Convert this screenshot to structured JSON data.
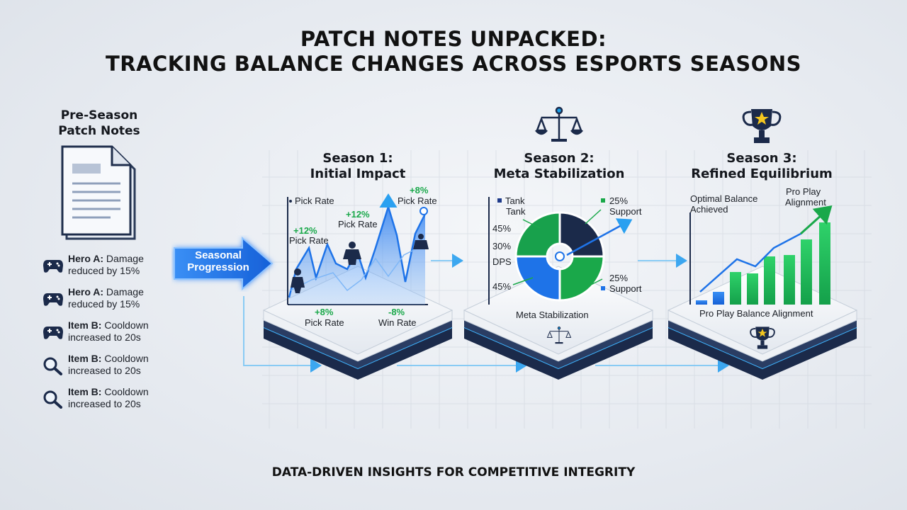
{
  "title": {
    "line1": "PATCH NOTES UNPACKED:",
    "line2": "TRACKING BALANCE CHANGES ACROSS ESPORTS SEASONS"
  },
  "pre_season": {
    "title_line1": "Pre-Season",
    "title_line2": "Patch Notes",
    "notes": [
      {
        "icon": "gamepad-icon",
        "bold": "Hero A:",
        "rest1": " Damage",
        "rest2": "reduced by 15%"
      },
      {
        "icon": "gamepad-icon",
        "bold": "Hero A:",
        "rest1": " Damage",
        "rest2": "reduced by 15%"
      },
      {
        "icon": "gamepad-icon",
        "bold": "Item B:",
        "rest1": " Cooldown",
        "rest2": "increased to 20s"
      },
      {
        "icon": "magnifier-icon",
        "bold": "Item B:",
        "rest1": " Cooldown",
        "rest2": "increased to 20s"
      },
      {
        "icon": "magnifier-icon",
        "bold": "Item B:",
        "rest1": " Cooldown",
        "rest2": "increased to 20s"
      }
    ]
  },
  "progression_arrow": {
    "line1": "Seasonal",
    "line2": "Progression"
  },
  "season1": {
    "title_line1": "Season 1:",
    "title_line2": "Initial Impact",
    "legend_pick_rate": "Pick Rate",
    "ann_left_value": "+12%",
    "ann_left_label": "Pick Rate",
    "ann_mid_value": "+12%",
    "ann_mid_label": "Pick Rate",
    "ann_right_value": "+8%",
    "ann_right_label": "Pick Rate",
    "bottom_left_value": "+8%",
    "bottom_left_label": "Pick Rate",
    "bottom_right_value": "-8%",
    "bottom_right_label": "Win Rate"
  },
  "season2": {
    "title_line1": "Season 2:",
    "title_line2": "Meta Stabilization",
    "legend_tank": "Tank",
    "label_tank": "Tank",
    "pct_45_top": "45%",
    "pct_30": "30%",
    "label_dps": "DPS",
    "pct_45_bottom": "45%",
    "pct_25_top": "25%",
    "label_support_top": "Support",
    "pct_25_bottom": "25%",
    "label_support_bottom": "Support",
    "platform_label": "Meta Stabilization"
  },
  "season3": {
    "title_line1": "Season 3:",
    "title_line2": "Refined Equilibrium",
    "ann_left_line1": "Optimal Balance",
    "ann_left_line2": "Achieved",
    "ann_right_line1": "Pro Play",
    "ann_right_line2": "Alignment",
    "platform_label": "Pro Play Balance Alignment"
  },
  "footer": "DATA-DRIVEN INSIGHTS FOR COMPETITIVE INTEGRITY",
  "colors": {
    "accent_blue": "#1e73e8",
    "dark_navy": "#1b2a4a",
    "green": "#1aa84a"
  }
}
